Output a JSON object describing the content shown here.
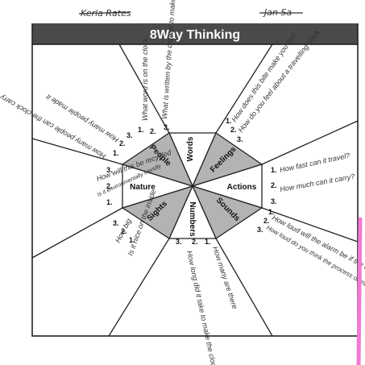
{
  "header": {
    "name_left": "Kerla Rates",
    "name_right": "Jan Sa",
    "title": "8Way Thinking"
  },
  "center": {
    "segments": [
      {
        "label": "Words",
        "shaded": false
      },
      {
        "label": "Feelings",
        "shaded": true
      },
      {
        "label": "Actions",
        "shaded": false
      },
      {
        "label": "Sounds",
        "shaded": true
      },
      {
        "label": "Numbers",
        "shaded": false
      },
      {
        "label": "Sights",
        "shaded": true
      },
      {
        "label": "Nature",
        "shaded": false
      },
      {
        "label": "People",
        "shaded": true
      }
    ]
  },
  "answers": {
    "words": {
      "q1": "What word is on the clock",
      "q2": "What is written by the creator to make this"
    },
    "feelings": {
      "q1": "How does this bite make you feel",
      "q2": "How do you feel about a travelling clock"
    },
    "actions": {
      "q1": "How fast can it travel?",
      "q2": "How much can it carry?"
    },
    "sounds": {
      "q1": "How loud will the alarm be if the clock",
      "q2": "How loud do you think the process of making the clock was"
    },
    "numbers": {
      "q1": "How many are there",
      "q2": "How long did it take to make the clock"
    },
    "sights": {
      "q1": "Is it nice on the inside",
      "q2": "How big"
    },
    "nature": {
      "q1": "Is it environmentally friendly",
      "q2": "How will this be recycled"
    },
    "people": {
      "q1": "How many people can the clock carry",
      "q2": "How many people made it"
    }
  },
  "colors": {
    "header_bg": "#4a4a4a",
    "shade": "#b3b3b3",
    "highlighter": "#f07ad2"
  }
}
